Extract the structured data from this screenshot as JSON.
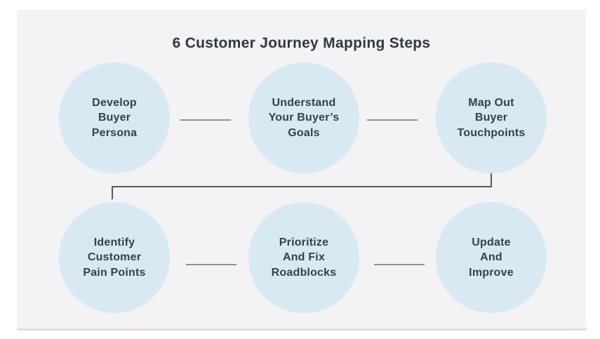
{
  "title": "6 Customer Journey Mapping Steps",
  "steps": [
    {
      "label": "Develop\nBuyer\nPersona"
    },
    {
      "label": "Understand\nYour Buyer’s\nGoals"
    },
    {
      "label": "Map Out\nBuyer\nTouchpoints"
    },
    {
      "label": "Identify\nCustomer\nPain Points"
    },
    {
      "label": "Prioritize\nAnd Fix\nRoadblocks"
    },
    {
      "label": "Update\nAnd\nImprove"
    }
  ],
  "flow": [
    "step-1 to step-2 (right arrow)",
    "step-2 to step-3 (right arrow)",
    "step-3 down-and-across to step-4 (elbow arrow)",
    "step-6 to step-5 (left arrow)",
    "step-5 to step-4 (left arrow)"
  ],
  "colors": {
    "page_background": "#ffffff",
    "slide_background": "#f3f2f5",
    "circle_fill": "#d8e9f3",
    "label_text": "#35414d",
    "title_text": "#2d3a40",
    "arrow_shaft": "#8f9097",
    "arrow_head": "#31343c",
    "connector": "#58595f",
    "accent_line": "#ecccd6"
  }
}
